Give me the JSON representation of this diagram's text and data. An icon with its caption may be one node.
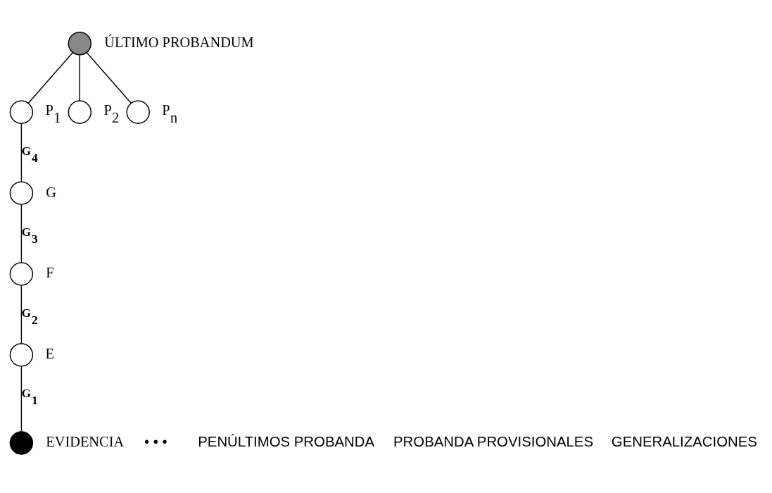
{
  "diagram": {
    "nodes": [
      {
        "text": [],
        "shape": "circle",
        "beside": [
          "ÚLTIMO PROBANDUM"
        ]
      },
      {
        "text": [],
        "shape": "circle",
        "beside": [
          "P$_{1}$"
        ]
      },
      {
        "text": [],
        "shape": "circle",
        "beside": [
          "P$_{2}$"
        ]
      },
      {
        "text": [],
        "shape": "circle",
        "beside": [
          "P$_{n}$"
        ]
      },
      {
        "text": [],
        "shape": "circle",
        "beside": [
          "G"
        ]
      },
      {
        "text": [],
        "shape": "circle",
        "beside": [
          "F"
        ]
      },
      {
        "text": [],
        "shape": "circle",
        "beside": [
          "E"
        ]
      },
      {
        "text": [],
        "shape": "circle",
        "beside": [
          "EVIDENCIA"
        ]
      }
    ],
    "edges": [
      {
        "from": 1,
        "to": 0,
        "arrow": "none"
      },
      {
        "from": 2,
        "to": 0,
        "arrow": "none"
      },
      {
        "from": 3,
        "to": 0,
        "arrow": "none"
      },
      {
        "from": 4,
        "to": 1,
        "arrow": "none",
        "label": "G$_{4}$"
      },
      {
        "from": 5,
        "to": 4,
        "arrow": "none",
        "label": "G$_{3}$"
      },
      {
        "from": 6,
        "to": 5,
        "arrow": "none",
        "label": "G$_{2}$"
      },
      {
        "from": 7,
        "to": 6,
        "arrow": "none",
        "label": "G$_{1}$"
      }
    ],
    "labels": [
      "• • •",
      "PENÚLTIMOS PROBANDA",
      "PROBANDA PROVISIONALES",
      "GENERALIZACIONES"
    ]
  }
}
